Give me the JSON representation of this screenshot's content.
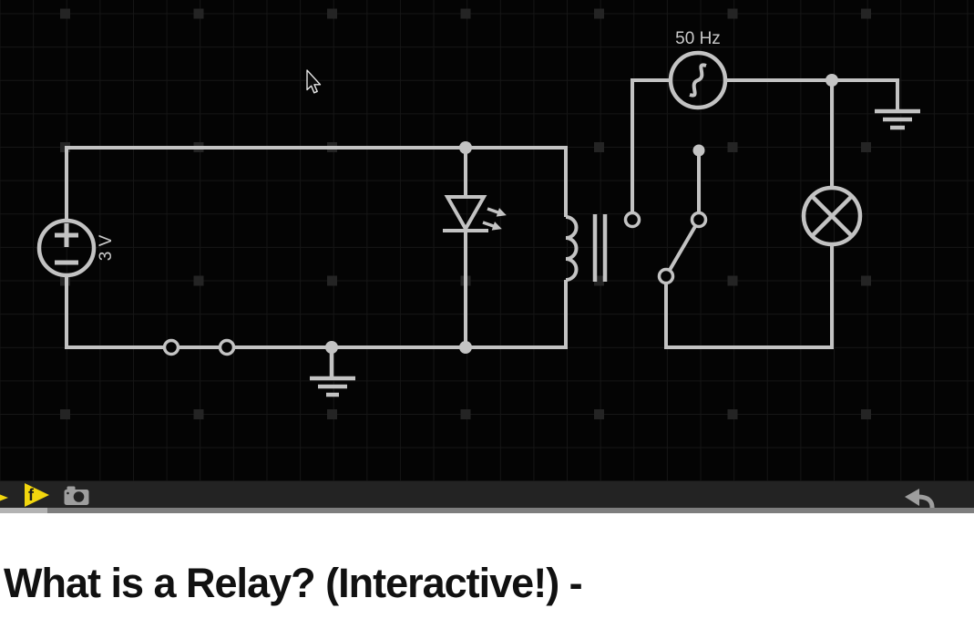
{
  "colors": {
    "background": "#040404",
    "grid_line": "#161616",
    "grid_marker": "#242424",
    "wire": "#c3c3c3",
    "label": "#c9c9c9",
    "toolbar_bg": "#232323",
    "accent_yellow": "#f2d60e",
    "icon_gray": "#9e9e9e",
    "lens_dark": "#232323",
    "progress_track": "#7e7e7e",
    "progress_lead": "#b3b3b3",
    "panel_bg": "#ffffff",
    "headline_color": "#111111"
  },
  "circuit": {
    "components": {
      "battery": {
        "label": "3 V"
      },
      "switch_closed": {},
      "ground_left": {},
      "led": {},
      "relay": {},
      "ac_source": {
        "label": "50 Hz"
      },
      "lamp": {},
      "ground_right": {}
    }
  },
  "toolbar": {
    "f_play_glyph": "f",
    "icon_names": [
      "play-icon-partial",
      "f-play-icon",
      "camera-icon",
      "undo-icon"
    ]
  },
  "panel": {
    "headline": "What is a Relay? (Interactive!) -"
  }
}
